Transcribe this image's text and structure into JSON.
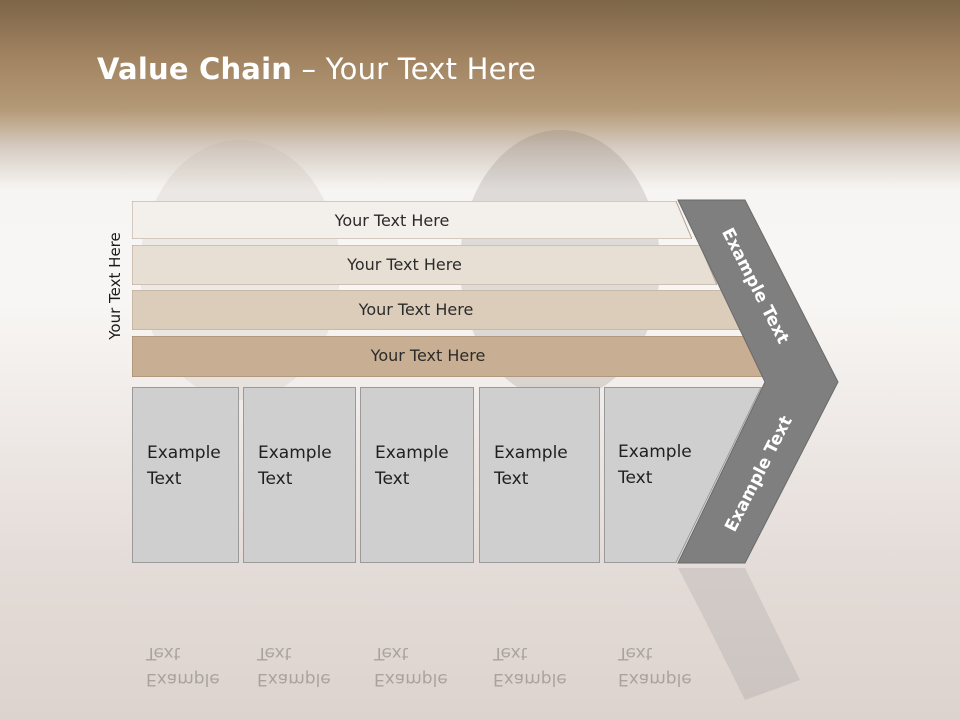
{
  "slide": {
    "title_bold": "Value Chain",
    "title_rest": " – Your Text Here",
    "side_label": "Your Text Here"
  },
  "bars": [
    {
      "label": "Your Text Here",
      "color": "#f3efea"
    },
    {
      "label": "Your Text Here",
      "color": "#e8dfd4"
    },
    {
      "label": "Your Text Here",
      "color": "#dccdbb"
    },
    {
      "label": "Your Text Here",
      "color": "#c8ae92"
    }
  ],
  "boxes": [
    {
      "line1": "Example",
      "line2": "Text"
    },
    {
      "line1": "Example",
      "line2": "Text"
    },
    {
      "line1": "Example",
      "line2": "Text"
    },
    {
      "line1": "Example",
      "line2": "Text"
    },
    {
      "line1": "Example",
      "line2": "Text"
    }
  ],
  "chevron": {
    "upper_label": "Example Text",
    "lower_label": "Example Text",
    "color": "#7f7f7f"
  }
}
